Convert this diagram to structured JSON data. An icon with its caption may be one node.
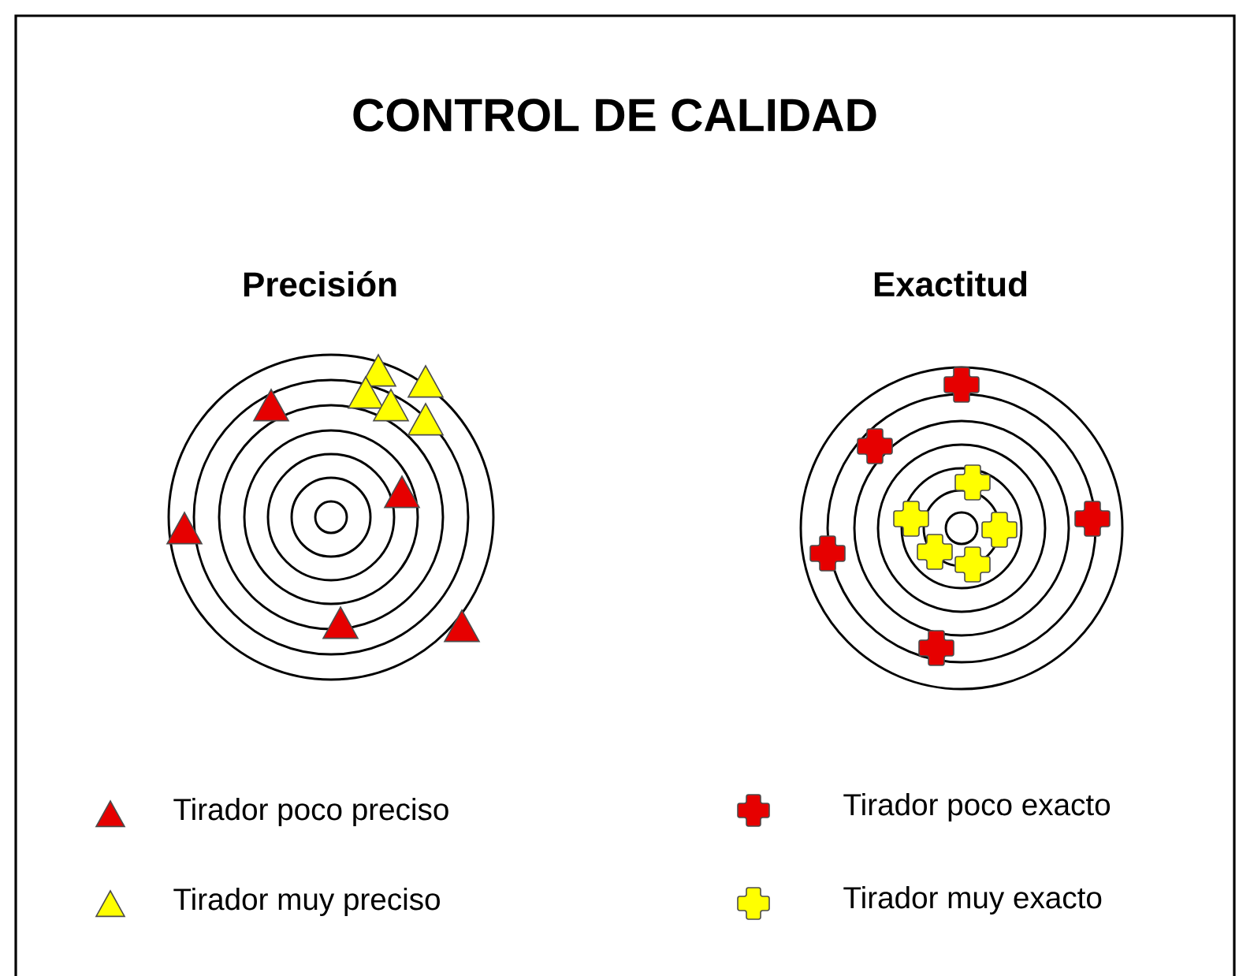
{
  "diagram": {
    "title": "CONTROL DE CALIDAD",
    "labels": [
      "Precisión",
      "Exactitud"
    ],
    "legend": [
      {
        "text": "Tirador poco preciso"
      },
      {
        "text": "Tirador muy preciso"
      },
      {
        "text": "Tirador poco exacto"
      },
      {
        "text": "Tirador muy exacto"
      }
    ]
  }
}
